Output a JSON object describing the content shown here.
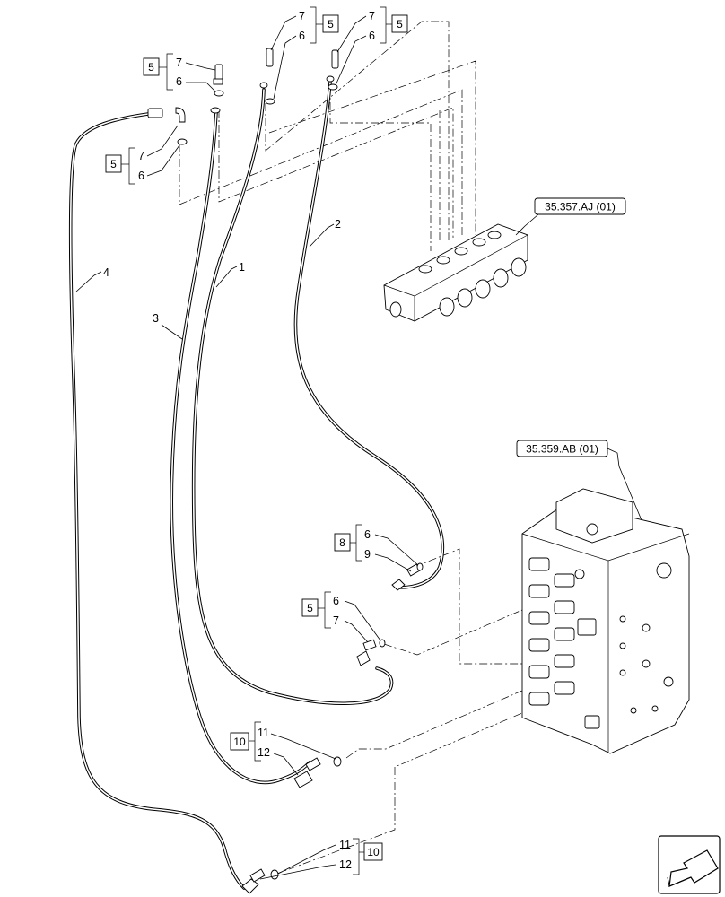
{
  "references": {
    "upper_block": "35.357.AJ (01)",
    "lower_block": "35.359.AB (01)"
  },
  "hose_numbers": [
    "1",
    "2",
    "3",
    "4"
  ],
  "callouts": [
    {
      "box": "5",
      "items": [
        "7",
        "6"
      ]
    },
    {
      "box": "5",
      "items": [
        "7",
        "6"
      ]
    },
    {
      "box": "5",
      "items": [
        "7",
        "6"
      ]
    },
    {
      "box": "5",
      "items": [
        "7",
        "6"
      ]
    },
    {
      "box": "8",
      "items": [
        "6",
        "9"
      ]
    },
    {
      "box": "5",
      "items": [
        "6",
        "7"
      ]
    },
    {
      "box": "10",
      "items": [
        "11",
        "12"
      ]
    },
    {
      "box": "10",
      "items": [
        "11",
        "12"
      ]
    }
  ],
  "icons": {
    "nav": "arrow-back-icon"
  }
}
